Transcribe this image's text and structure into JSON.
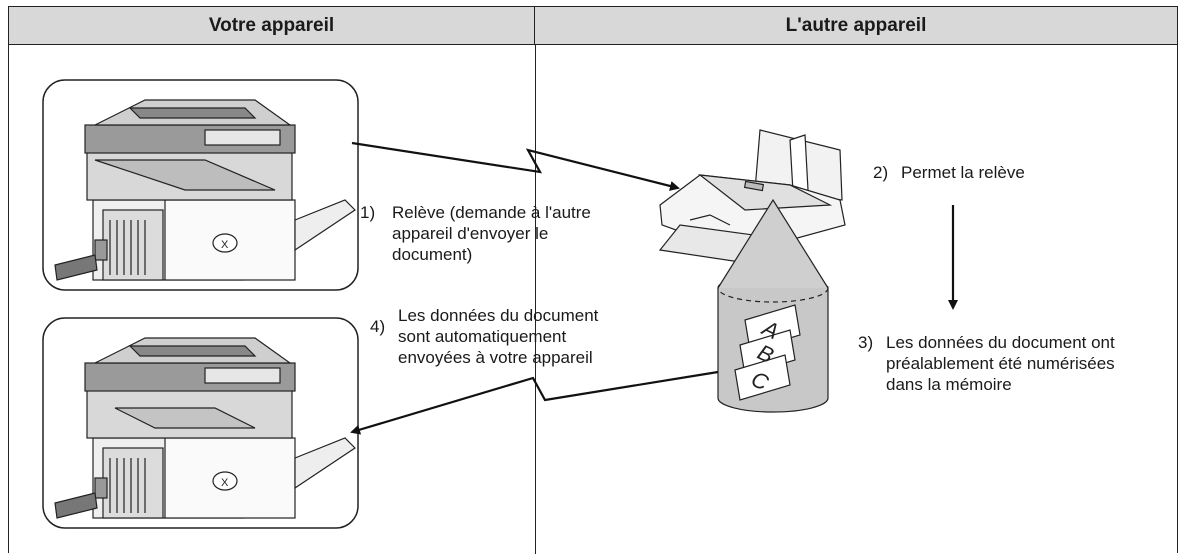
{
  "header": {
    "left_title": "Votre appareil",
    "right_title": "L'autre appareil"
  },
  "steps": {
    "step1": {
      "number": "1)",
      "lines": [
        "Relève (demande à l'autre",
        "appareil d'envoyer le",
        "document)"
      ]
    },
    "step2": {
      "number": "2)",
      "lines": [
        "Permet la relève"
      ]
    },
    "step3": {
      "number": "3)",
      "lines": [
        "Les données du document ont",
        "préalablement été numérisées",
        "dans la mémoire"
      ]
    },
    "step4": {
      "number": "4)",
      "lines": [
        "Les données du document",
        "sont automatiquement",
        "envoyées à votre appareil"
      ]
    }
  },
  "memory_letters": [
    "A",
    "B",
    "C"
  ],
  "icons": {
    "copier_top": "multifunction-copier-icon",
    "copier_bottom": "multifunction-copier-icon",
    "fax": "fax-machine-icon",
    "memory": "memory-cylinder-icon"
  }
}
